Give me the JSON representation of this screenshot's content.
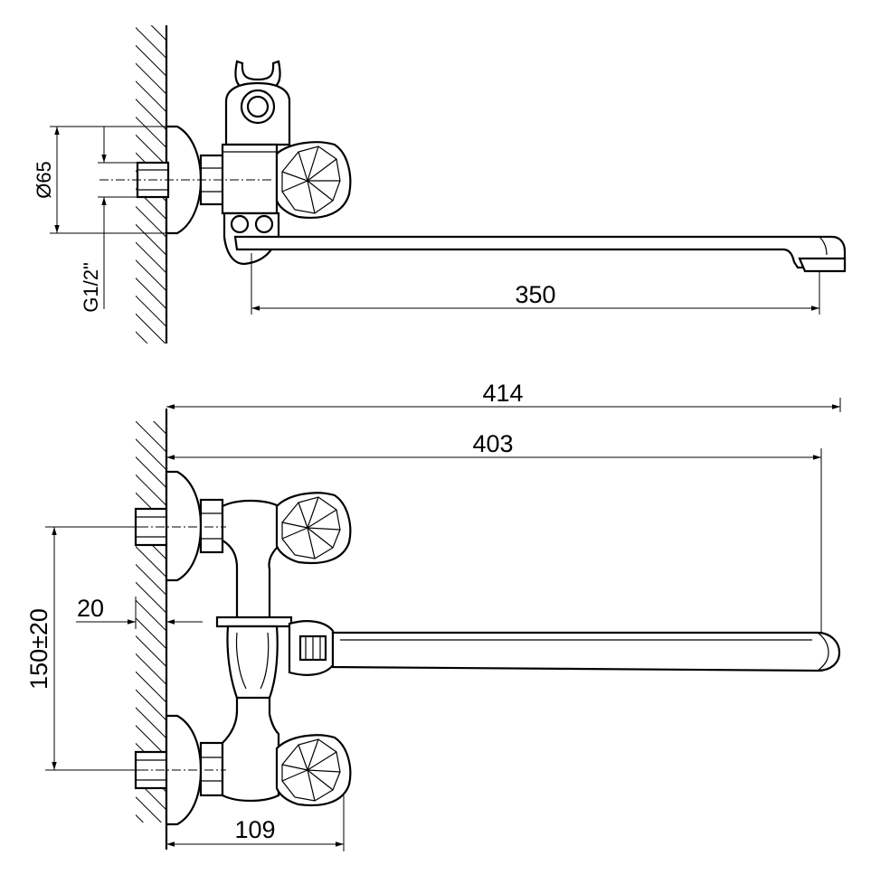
{
  "dimensions": {
    "spout_length": "350",
    "overall_length": "414",
    "spout_reach": "403",
    "flange_diameter": "Ø65",
    "thread": "G1/2\"",
    "center_distance": "150±20",
    "offset": "20",
    "projection": "109"
  }
}
